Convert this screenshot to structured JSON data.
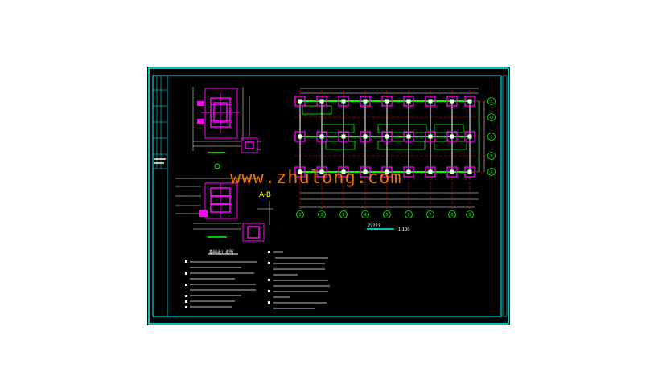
{
  "watermark": {
    "text": "www.zhulong.com"
  },
  "plan": {
    "title": "?????",
    "scale": "1:100"
  },
  "grid_axes": {
    "columns": [
      "1",
      "2",
      "3",
      "4",
      "5",
      "6",
      "7",
      "8",
      "9"
    ],
    "rows": [
      "A",
      "B",
      "C",
      "D",
      "E"
    ]
  },
  "detail_marks": {
    "section_mark": "A-B"
  },
  "notes": {
    "title": "基础设计说明"
  },
  "colors": {
    "background": "#000000",
    "frame": "#00ffff",
    "columns": "#ff00ff",
    "beams": "#00ff00",
    "dimensions": "#ffffff",
    "accent": "#ff0000",
    "watermark": "#ff7f00"
  }
}
